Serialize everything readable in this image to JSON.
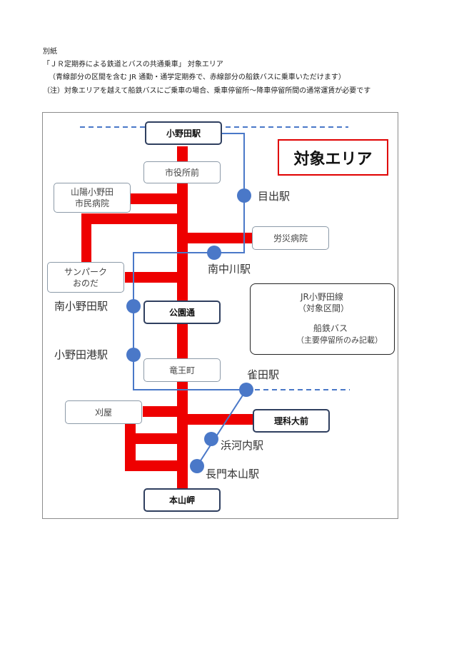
{
  "header": {
    "line1": "別紙",
    "line2": "「ＪＲ定期券による鉄道とバスの共通乗車」 対象エリア",
    "line3": "（青線部分の区間を含む JR 通勤・通学定期券で、赤線部分の船鉄バスに乗車いただけます）",
    "line4": "（注）対象エリアを越えて船鉄バスにご乗車の場合、乗車停留所～降車停留所間の通常運賃が必要です"
  },
  "map": {
    "title": "対象エリア",
    "colors": {
      "jr_line": "#4a78c8",
      "bus_route": "#ee0000",
      "station_dot": "#4a78c8",
      "title_border": "#e00000"
    },
    "bus_stops": {
      "onoda": "小野田駅",
      "shiyakusho": "市役所前",
      "sanyo_hospital": "山陽小野田\n市民病院",
      "rousai_hospital": "労災病院",
      "sunpark": "サンパーク\nおのだ",
      "kouendori": "公園通",
      "ryuoucho": "竜王町",
      "kariya": "刈屋",
      "rika_daimae": "理科大前",
      "motoyama_misaki": "本山岬"
    },
    "stations": {
      "mede": "目出駅",
      "minami_nakagawa": "南中川駅",
      "minami_onoda": "南小野田駅",
      "onoda_ko": "小野田港駅",
      "suzumeda": "雀田駅",
      "hamakochi": "浜河内駅",
      "nagato_motoyama": "長門本山駅"
    },
    "legend": {
      "jr_label": "JR小野田線",
      "jr_sub": "（対象区間）",
      "bus_label": "船鉄バス",
      "bus_sub": "（主要停留所のみ記載）"
    }
  }
}
